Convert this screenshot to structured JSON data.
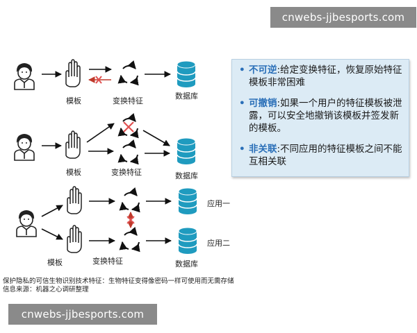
{
  "watermark_top": "cnwebs-jjbesports.com",
  "watermark_bottom": "cnwebs-jjbesports.com",
  "rows": [
    {
      "template_label": "模板",
      "transform_label": "变换特征",
      "db_label": "数据库"
    },
    {
      "template_label": "模板",
      "transform_label": "变换特征",
      "db_label": "数据库"
    },
    {
      "template_label": "模板",
      "transform_label": "变换特征",
      "db_label": "数据库",
      "app_labels": [
        "应用一",
        "应用二"
      ]
    }
  ],
  "bullets": [
    {
      "key": "不可逆",
      "text": ":给定变换特征，恢复原始特征模板非常困难"
    },
    {
      "key": "可撤销",
      "text": ":如果一个用户的特征模板被泄露，可以安全地撤销该模板并签发新的模板。"
    },
    {
      "key": "非关联",
      "text": ":不同应用的特征模板之间不能互相关联"
    }
  ],
  "caption_line1": "保护隐私的可信生物识别技术特征：生物特征变得像密码一样可使用而无需存储",
  "caption_line2": "信息来源：机器之心调研整理",
  "colors": {
    "accent": "#2a6fb8",
    "db": "#1f9bbf",
    "cross": "#e05050",
    "box_bg": "#dcebf5"
  }
}
